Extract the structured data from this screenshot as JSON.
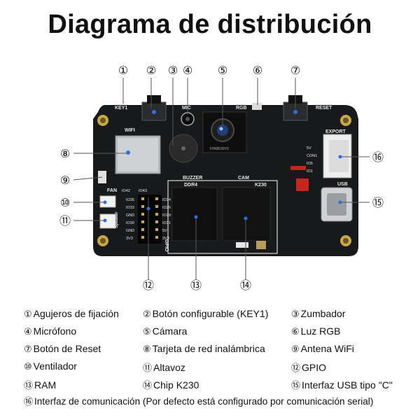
{
  "title": "Diagrama de distribución",
  "board_labels": {
    "key1": "KEY1",
    "mic": "MIC",
    "rgb": "RGB",
    "reset": "RESET",
    "wifi": "WIFI",
    "export": "EXPORT",
    "buzzer": "BUZZER",
    "cam": "CAM",
    "ddr4": "DDR4",
    "k230": "K230",
    "usb": "USB",
    "fan": "FAN",
    "gpio": "GPIO",
    "speaker": "Speaker",
    "cam_model": "F0N8530V3",
    "export_pins": [
      "5V",
      "CON1",
      "IO5",
      "IO1"
    ],
    "gpio_left": [
      "IO35",
      "IO33",
      "GND",
      "IO30",
      "GND",
      "3V3"
    ],
    "gpio_right": [
      "IO34",
      "IO26",
      "IO29",
      "IO31",
      "5V",
      "3V3"
    ],
    "io_top": [
      "IO42",
      "IO43"
    ]
  },
  "callouts": [
    "①",
    "②",
    "③",
    "④",
    "⑤",
    "⑥",
    "⑦",
    "⑧",
    "⑨",
    "⑩",
    "⑪",
    "⑫",
    "⑬",
    "⑭",
    "⑮",
    "⑯"
  ],
  "legend": [
    {
      "num": "①",
      "text": "Agujeros de fijación"
    },
    {
      "num": "②",
      "text": "Botón configurable (KEY1)"
    },
    {
      "num": "③",
      "text": "Zumbador"
    },
    {
      "num": "④",
      "text": "Micrófono"
    },
    {
      "num": "⑤",
      "text": "Cámara"
    },
    {
      "num": "⑥",
      "text": "Luz RGB"
    },
    {
      "num": "⑦",
      "text": "Botón de Reset"
    },
    {
      "num": "⑧",
      "text": "Tarjeta de red inalámbrica"
    },
    {
      "num": "⑨",
      "text": "Antena WiFi"
    },
    {
      "num": "⑩",
      "text": "Ventilador"
    },
    {
      "num": "⑪",
      "text": "Altavoz"
    },
    {
      "num": "⑫",
      "text": "GPIO"
    },
    {
      "num": "⑬",
      "text": "RAM"
    },
    {
      "num": "⑭",
      "text": "Chip K230"
    },
    {
      "num": "⑮",
      "text": "Interfaz USB tipo \"C\""
    },
    {
      "num": "⑯",
      "text": "Interfaz de comunicación (Por defecto está configurado por comunicación serial)"
    }
  ],
  "colors": {
    "board": "#17191b",
    "silk": "#e8e8e8",
    "pointer": "#2f6fd6",
    "gold": "#c9a84a",
    "red": "#c4261e"
  }
}
